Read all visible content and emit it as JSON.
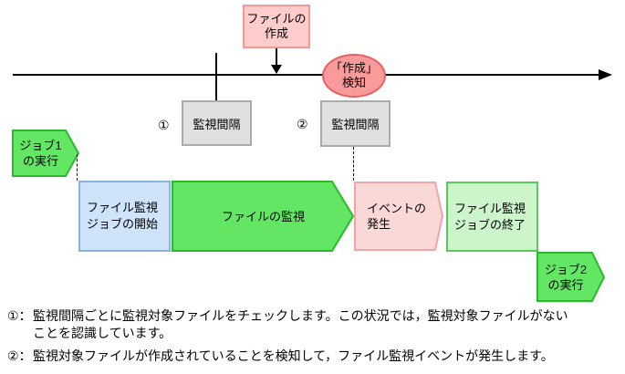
{
  "colors": {
    "green-fill": "#63e663",
    "green-border": "#2db92d",
    "palegreen-fill": "#ccf5cc",
    "palegreen-border": "#55cc55",
    "blue-fill": "#cfe3fa",
    "blue-border": "#8cb0e2",
    "pink-light": "#ffcccc",
    "pink-border": "#f49898",
    "salmon-fill": "#f99b9b",
    "salmon-border": "#e95f5f",
    "palepink-fill": "#fbd8d8",
    "palepink-border": "#f2a5a5",
    "gray-fill": "#e0e0e0",
    "gray-border": "#ababab"
  },
  "diagram": {
    "file_creation_box": {
      "line1": "ファイルの",
      "line2": "作成"
    },
    "detect_ellipse": {
      "line1": "「作成」",
      "line2": "検知"
    },
    "interval_box1": {
      "marker": "①",
      "label": "監視間隔"
    },
    "interval_box2": {
      "marker": "②",
      "label": "監視間隔"
    },
    "job1_arrow": {
      "line1": "ジョブ1",
      "line2": "の実行"
    },
    "start_box": {
      "line1": "ファイル監視",
      "line2": "ジョブの開始"
    },
    "monitor_arrow": {
      "label": "ファイルの監視"
    },
    "event_shape": {
      "line1": "イベントの",
      "line2": "発生"
    },
    "end_box": {
      "line1": "ファイル監視",
      "line2": "ジョブの終了"
    },
    "job2_arrow": {
      "line1": "ジョブ2",
      "line2": "の実行"
    }
  },
  "notes": [
    {
      "marker": "①：",
      "lines": [
        "監視間隔ごとに監視対象ファイルをチェックします。この状況では，監視対象ファイルがない",
        "ことを認識しています。"
      ]
    },
    {
      "marker": "②：",
      "lines": [
        "監視対象ファイルが作成されていることを検知して，ファイル監視イベントが発生します。"
      ]
    }
  ]
}
